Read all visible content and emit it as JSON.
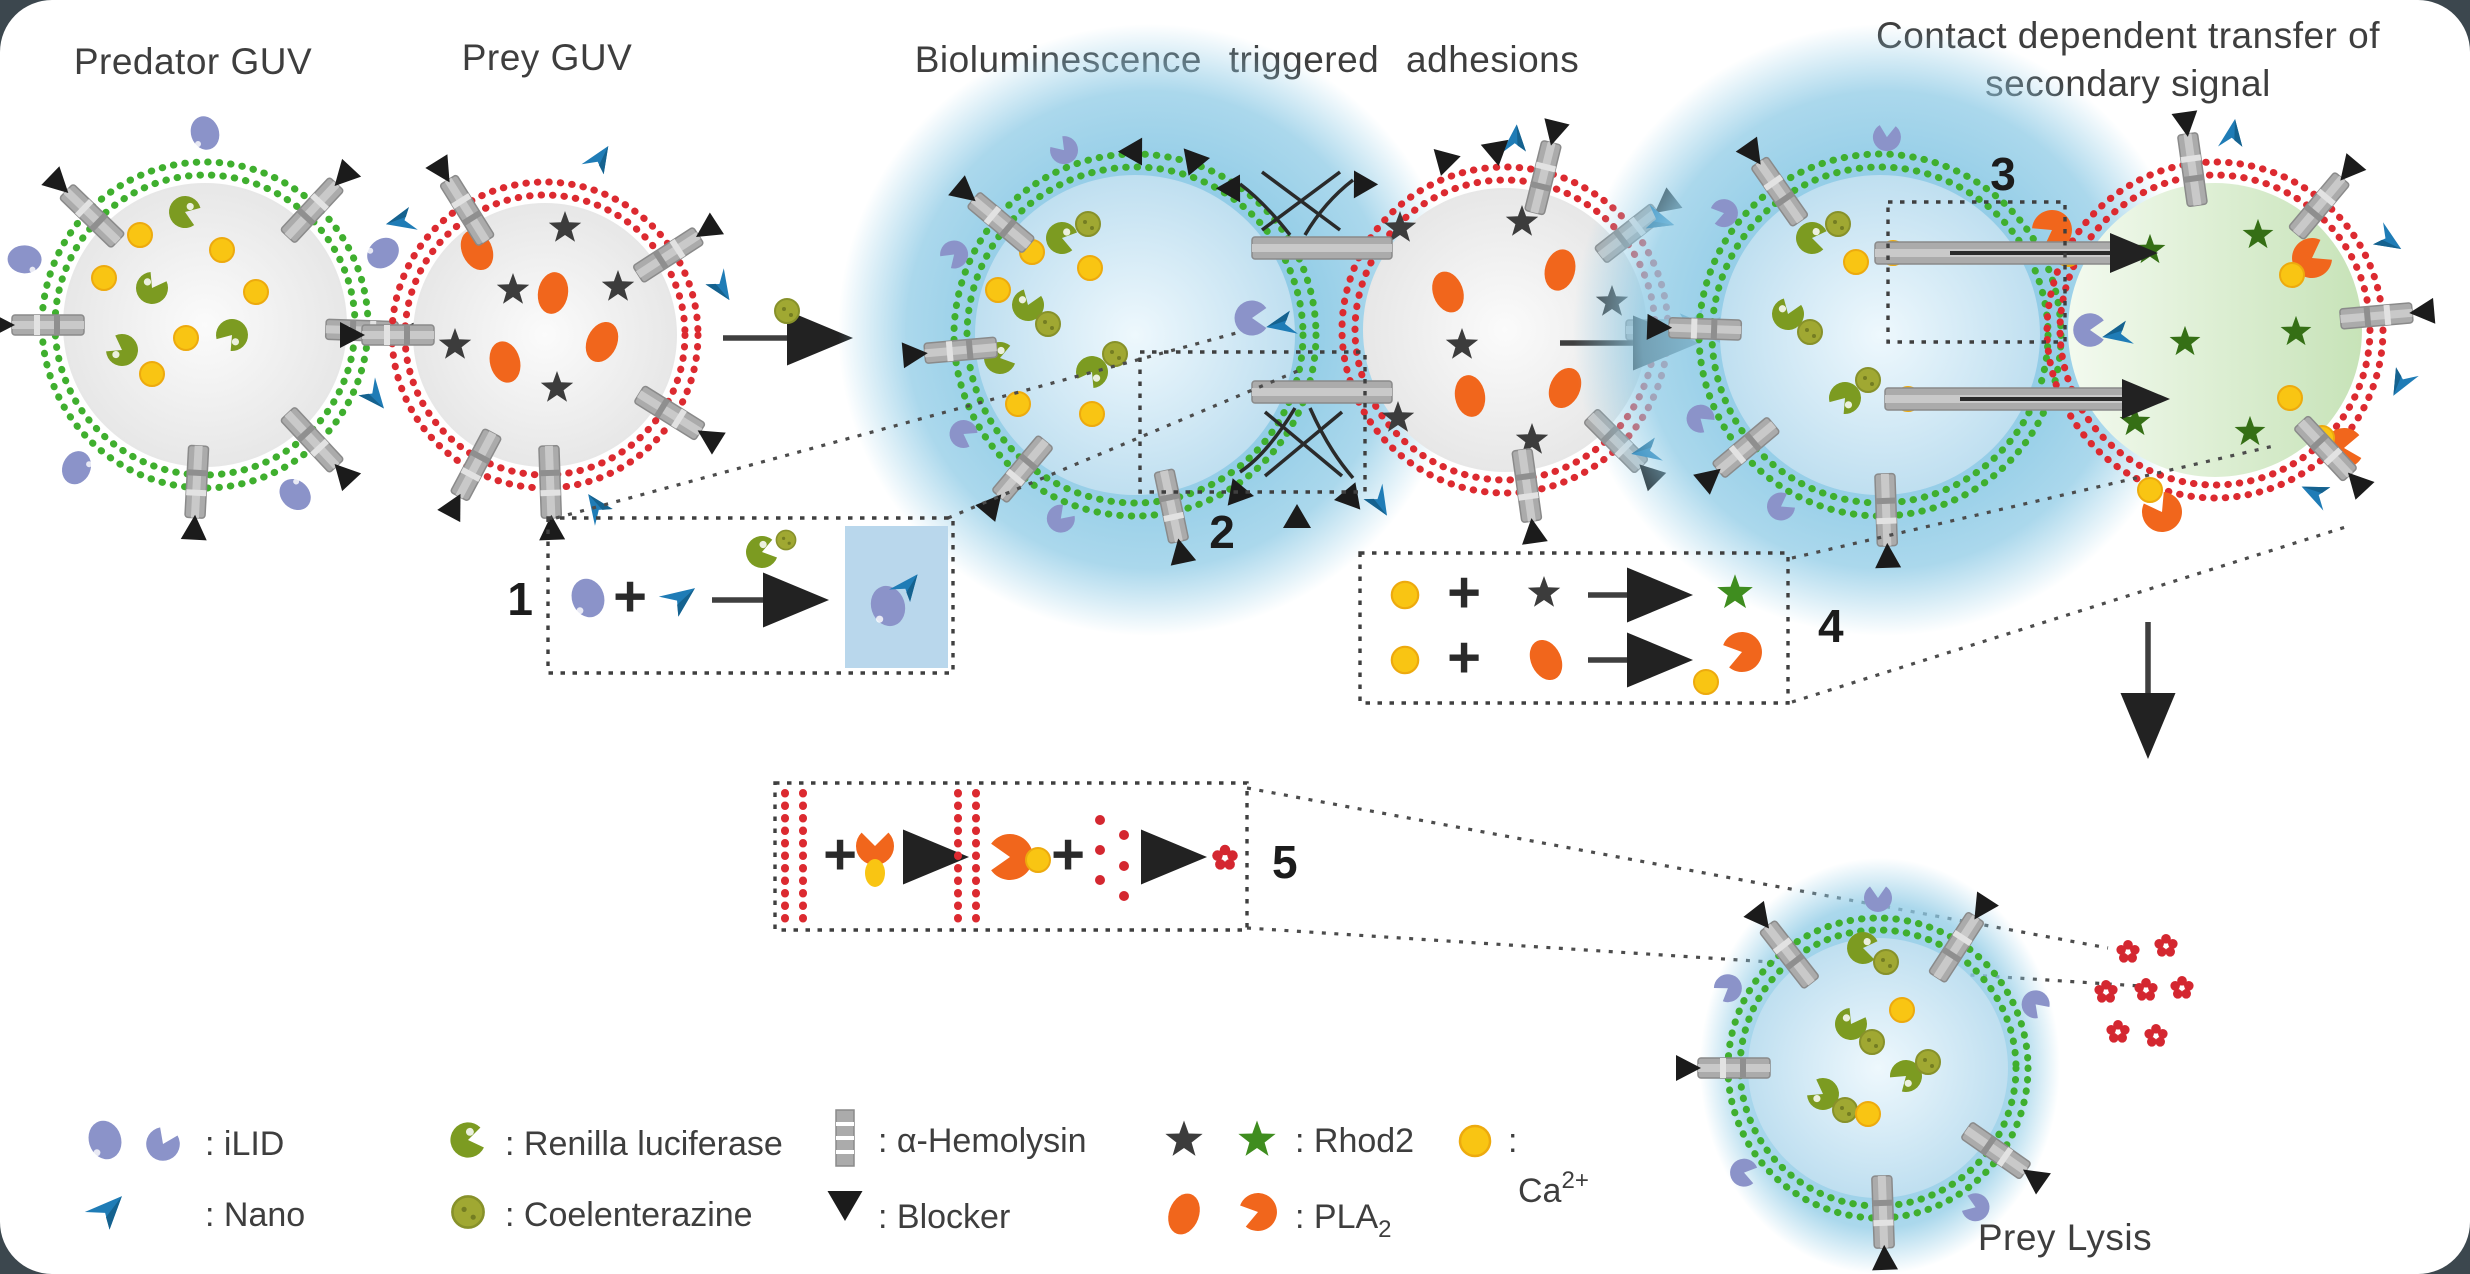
{
  "window": {
    "page_bg": "#3c474e",
    "canvas_bg": "#ffffff"
  },
  "titles": {
    "predator_guv": "Predator GUV",
    "prey_guv": "Prey GUV",
    "bioluminescence": "Bioluminescence triggered adhesions",
    "contact_line1": "Contact dependent transfer of",
    "contact_line2": "secondary signal",
    "prey_lysis": "Prey Lysis"
  },
  "steps": {
    "step1": "1",
    "step2": "2",
    "step3": "3",
    "step4": "4",
    "step5": "5"
  },
  "symbols": {
    "plus": "+"
  },
  "legend": {
    "ilid": ": iLID",
    "nano": ": Nano",
    "renilla": ": Renilla luciferase",
    "coelenterazine": ": Coelenterazine",
    "hemolysin": ": α-Hemolysin",
    "blocker": ": Blocker",
    "rhod2": ": Rhod2",
    "pla_base": ": PLA",
    "pla_sub": "2",
    "ca_colon": ":",
    "ca_base": "Ca",
    "ca_sup": "2+"
  },
  "colors": {
    "page_bg": "#3c474e",
    "canvas_bg": "#ffffff",
    "text": "#3e3e3e",
    "mem_green": "#3faf2e",
    "mem_red": "#dc2a30",
    "glow": "#8fcbe6",
    "ilid": "#8b93c9",
    "nano": "#1f7cb6",
    "luciferase": "#7c9b21",
    "coelenterazine": "#a0a832",
    "calcium": "#f9c513",
    "pla2": "#f1661c",
    "rhod2_dark": "#3c3c3c",
    "rhod2_green": "#3f8d1f",
    "rhod2_forest": "#356f15",
    "blocker": "#1b1b1b",
    "channel": "#ababab",
    "debris": "#d42730"
  }
}
